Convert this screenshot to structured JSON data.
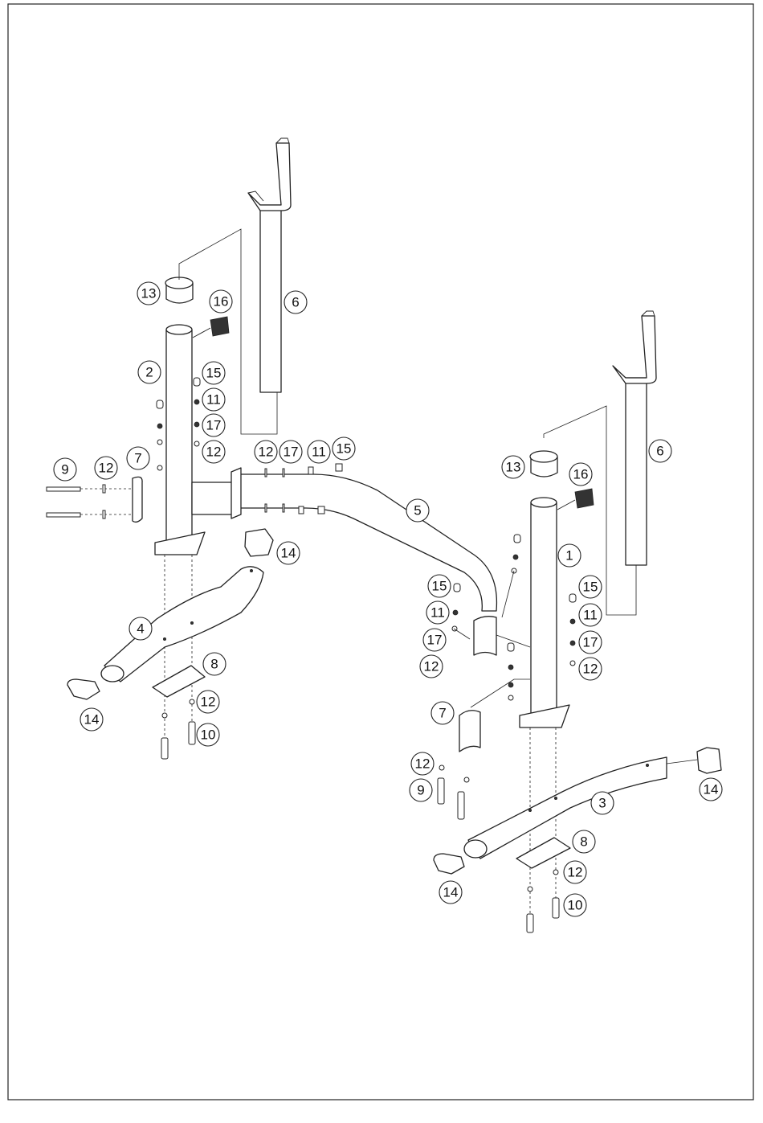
{
  "callouts": [
    {
      "label": "13"
    },
    {
      "label": "16"
    },
    {
      "label": "6"
    },
    {
      "label": "2"
    },
    {
      "label": "15"
    },
    {
      "label": "11"
    },
    {
      "label": "17"
    },
    {
      "label": "12"
    },
    {
      "label": "12"
    },
    {
      "label": "17"
    },
    {
      "label": "11"
    },
    {
      "label": "15"
    },
    {
      "label": "9"
    },
    {
      "label": "12"
    },
    {
      "label": "7"
    },
    {
      "label": "14"
    },
    {
      "label": "5"
    },
    {
      "label": "4"
    },
    {
      "label": "8"
    },
    {
      "label": "12"
    },
    {
      "label": "10"
    },
    {
      "label": "14"
    },
    {
      "label": "6"
    },
    {
      "label": "13"
    },
    {
      "label": "16"
    },
    {
      "label": "1"
    },
    {
      "label": "15"
    },
    {
      "label": "11"
    },
    {
      "label": "17"
    },
    {
      "label": "12"
    },
    {
      "label": "15"
    },
    {
      "label": "11"
    },
    {
      "label": "17"
    },
    {
      "label": "12"
    },
    {
      "label": "7"
    },
    {
      "label": "12"
    },
    {
      "label": "9"
    },
    {
      "label": "14"
    },
    {
      "label": "3"
    },
    {
      "label": "8"
    },
    {
      "label": "12"
    },
    {
      "label": "10"
    },
    {
      "label": "14"
    }
  ]
}
